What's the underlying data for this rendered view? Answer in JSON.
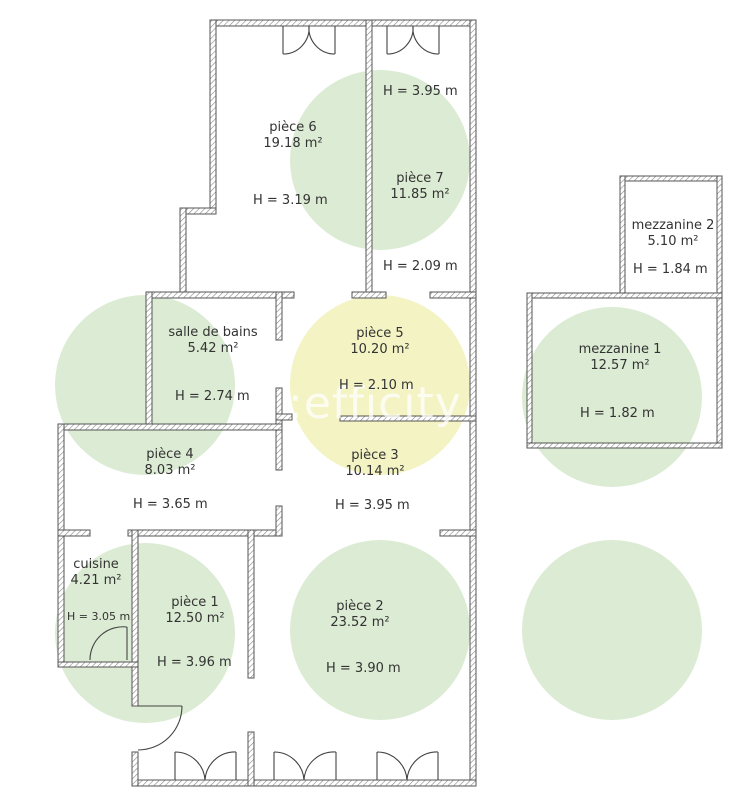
{
  "plan": {
    "watermark": ":efficity",
    "colors": {
      "circle_green": "#dcebd3",
      "circle_yellow": "#f4f3c4",
      "wall": "#555555"
    },
    "rooms": [
      {
        "id": "piece6",
        "name": "pièce 6",
        "area": "19.18 m²",
        "height": "H = 3.19 m"
      },
      {
        "id": "piece7",
        "name": "pièce 7",
        "area": "11.85 m²",
        "height_top": "H = 3.95 m",
        "height_bottom": "H = 2.09 m"
      },
      {
        "id": "salle_de_bains",
        "name": "salle de bains",
        "area": "5.42 m²",
        "height": "H = 2.74 m"
      },
      {
        "id": "piece5",
        "name": "pièce 5",
        "area": "10.20 m²",
        "height": "H = 2.10 m"
      },
      {
        "id": "piece4",
        "name": "pièce 4",
        "area": "8.03 m²",
        "height": "H = 3.65 m"
      },
      {
        "id": "piece3",
        "name": "pièce 3",
        "area": "10.14 m²",
        "height": "H = 3.95 m"
      },
      {
        "id": "cuisine",
        "name": "cuisine",
        "area": "4.21 m²",
        "height": "H = 3.05 m"
      },
      {
        "id": "piece1",
        "name": "pièce 1",
        "area": "12.50 m²",
        "height": "H = 3.96 m"
      },
      {
        "id": "piece2",
        "name": "pièce 2",
        "area": "23.52 m²",
        "height": "H = 3.90 m"
      },
      {
        "id": "mezzanine2",
        "name": "mezzanine 2",
        "area": "5.10 m²",
        "height": "H = 1.84 m"
      },
      {
        "id": "mezzanine1",
        "name": "mezzanine 1",
        "area": "12.57 m²",
        "height": "H = 1.82 m"
      }
    ]
  }
}
